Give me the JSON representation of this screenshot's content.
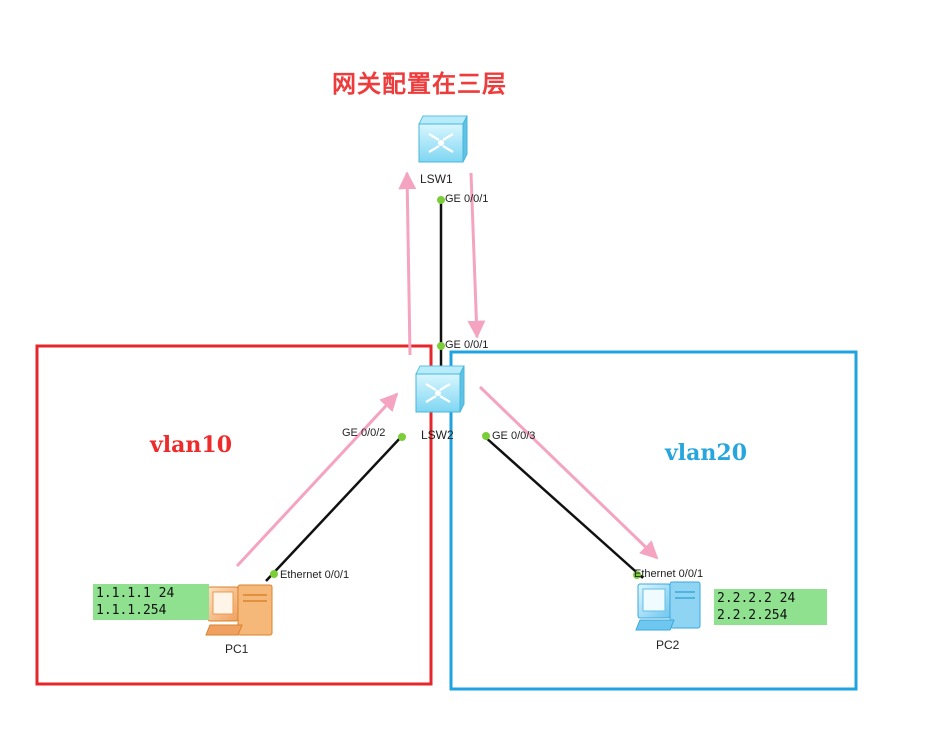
{
  "title": "网关配置在三层",
  "vlans": [
    {
      "label": "vlan10",
      "color": "#ee2a2a"
    },
    {
      "label": "vlan20",
      "color": "#27a6dd"
    }
  ],
  "devices": {
    "lsw1": {
      "label": "LSW1",
      "icon": "switch-icon"
    },
    "lsw2": {
      "label": "LSW2",
      "icon": "switch-icon"
    },
    "pc1": {
      "label": "PC1",
      "icon": "pc-icon"
    },
    "pc2": {
      "label": "PC2",
      "icon": "pc-icon"
    }
  },
  "ports": {
    "lsw1_down": "GE 0/0/1",
    "lsw2_up": "GE 0/0/1",
    "lsw2_left": "GE 0/0/2",
    "lsw2_right": "GE 0/0/3",
    "pc1_eth": "Ethernet 0/0/1",
    "pc2_eth": "Ethernet 0/0/1"
  },
  "ip_configs": {
    "pc1": [
      "1.1.1.1 24",
      "1.1.1.254"
    ],
    "pc2": [
      "2.2.2.2 24",
      "2.2.2.254"
    ]
  },
  "colors": {
    "link": "#111111",
    "port_dot": "#7ccd3a",
    "flow_arrow": "#f4a4c0",
    "ip_box": "#8fe08f"
  }
}
